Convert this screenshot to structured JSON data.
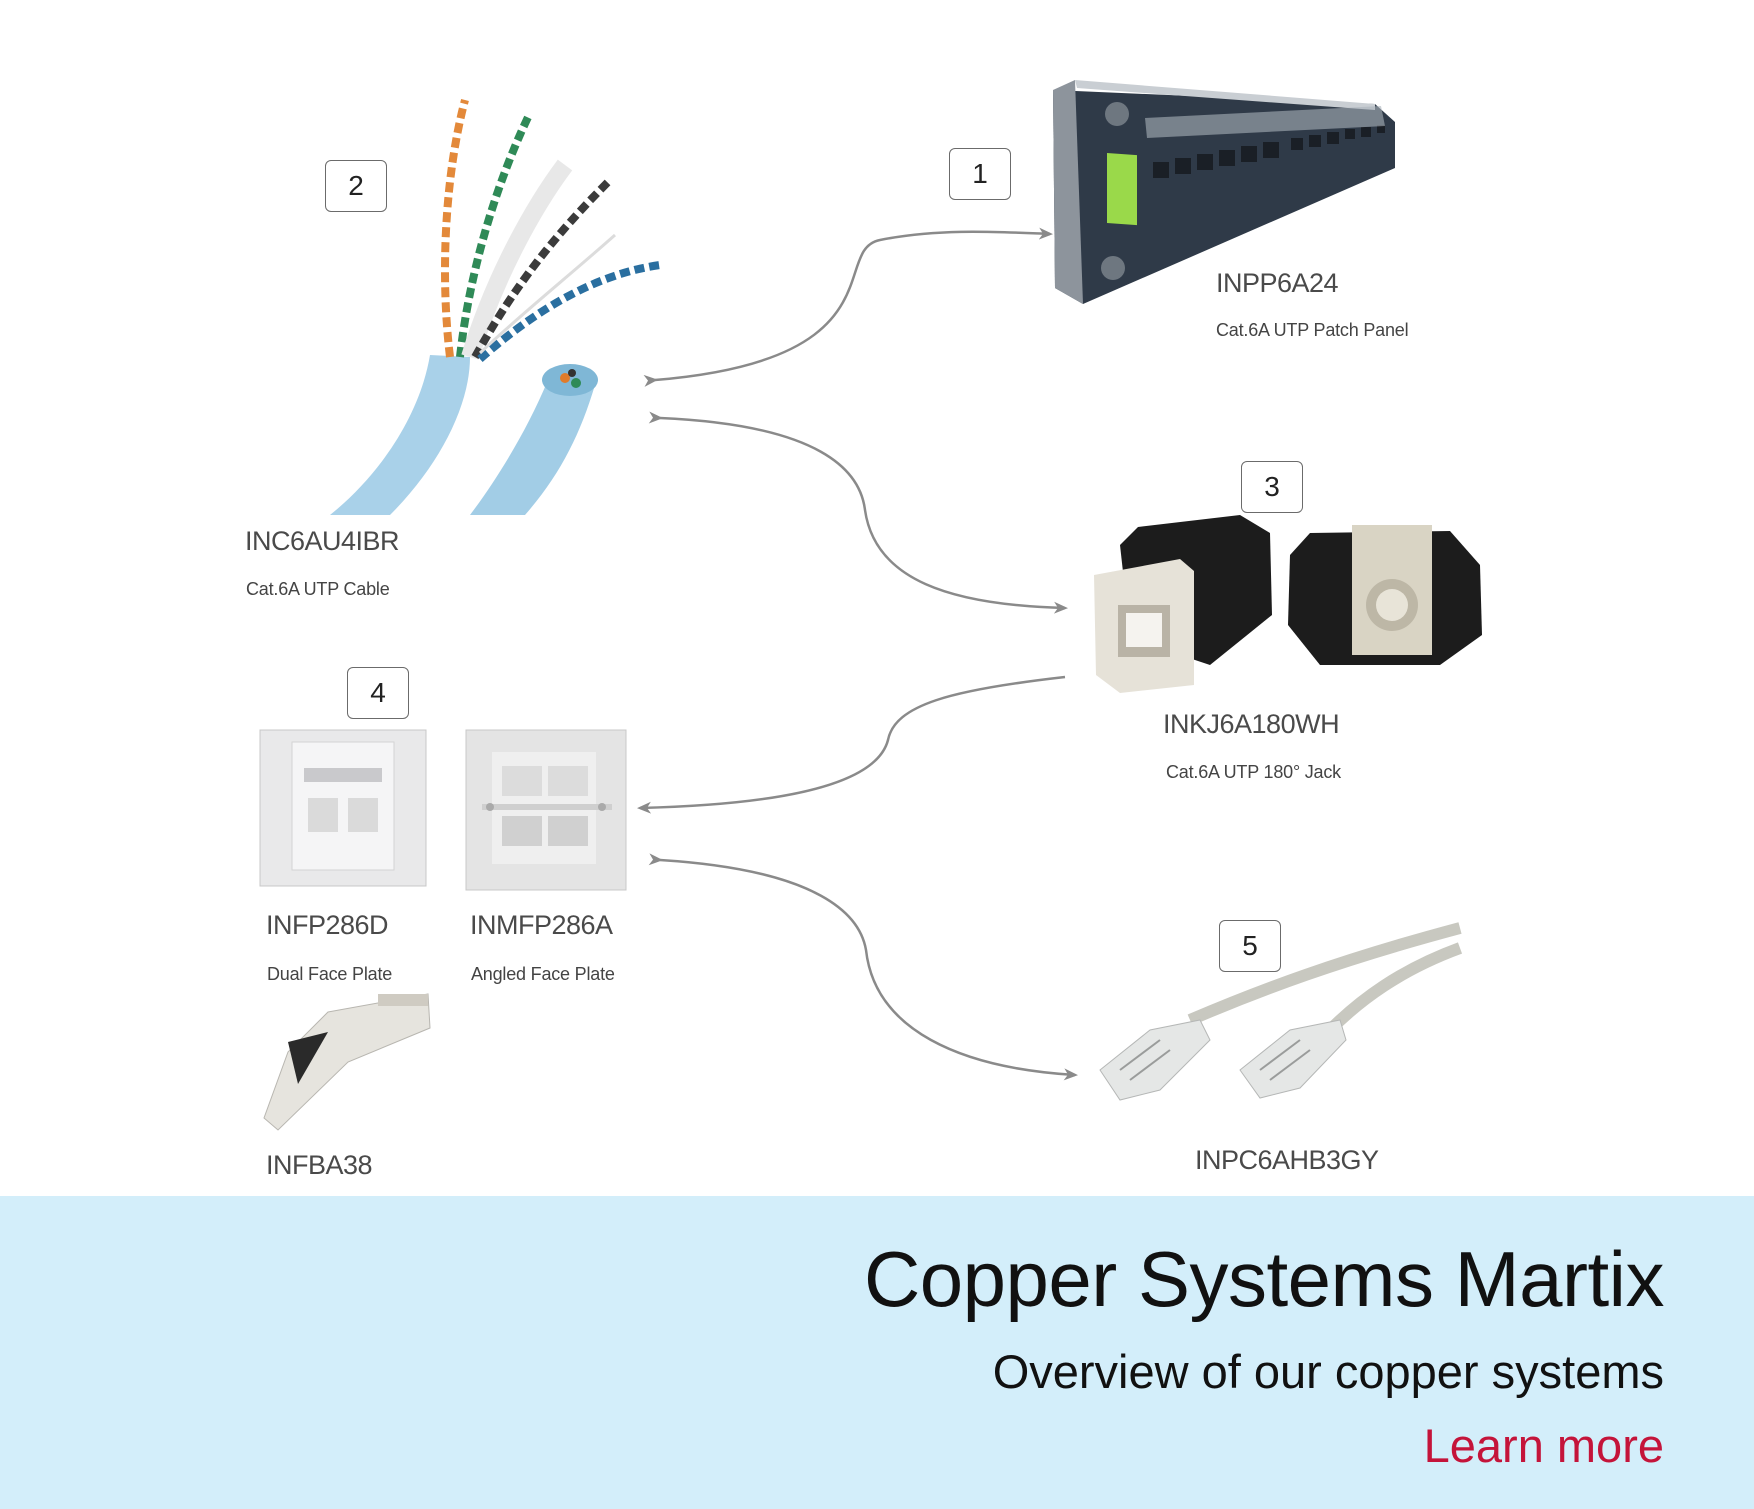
{
  "diagram": {
    "nodes": [
      {
        "badge": "1",
        "code": "INPP6A24",
        "desc": "Cat.6A UTP Patch Panel",
        "icon": "patch-panel-icon"
      },
      {
        "badge": "2",
        "code": "INC6AU4IBR",
        "desc": "Cat.6A UTP Cable",
        "icon": "cable-icon"
      },
      {
        "badge": "3",
        "code": "INKJ6A180WH",
        "desc": "Cat.6A UTP 180° Jack",
        "icon": "keystone-jack-icon"
      },
      {
        "badge": "4",
        "icon": "face-plate-icon"
      },
      {
        "badge": "5",
        "code": "INPC6AHB3GY",
        "icon": "patch-cord-icon"
      }
    ],
    "face_plates": [
      {
        "code": "INFP286D",
        "desc": "Dual Face Plate"
      },
      {
        "code": "INMFP286A",
        "desc": "Angled Face Plate"
      },
      {
        "code": "INFBA38"
      }
    ],
    "colors": {
      "arrow": "#8a8a8a",
      "footer_bg": "#d3eefa",
      "accent": "#c4143a"
    }
  },
  "footer": {
    "title": "Copper Systems Martix",
    "subtitle": "Overview of our copper systems",
    "learn_more": "Learn more"
  }
}
